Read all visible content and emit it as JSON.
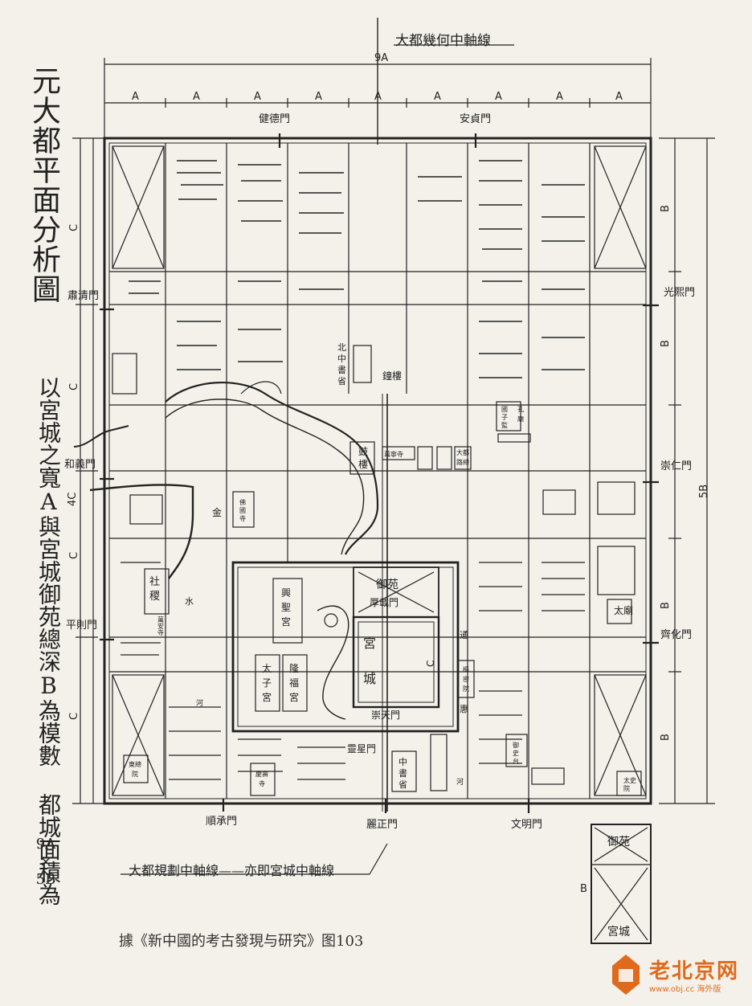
{
  "title": "元大都平面分析圖",
  "subtitle": "以宮城之寬A與宮城御苑總深B為模數 都城面積為",
  "subtitle_formula": [
    "9A",
    "×",
    "5B"
  ],
  "top_axis_label": "大都幾何中軸線",
  "bottom_axis_label": "大都規劃中軸線——亦即宮城中軸線",
  "source": "據《新中國的考古發現与研究》图103",
  "dimensions": {
    "total_width": "9A",
    "module_width": "A",
    "total_height": "5B",
    "module_height": "B",
    "left_height": "4C",
    "module_left": "C"
  },
  "gates": {
    "jiande": "健德門",
    "anzhen": "安貞門",
    "suqing": "肅清門",
    "guangxi": "光熙門",
    "heyi": "和義門",
    "chongren": "崇仁門",
    "pingze": "平則門",
    "qihua": "齊化門",
    "shuncheng": "順承門",
    "lizheng": "麗正門",
    "wenming": "文明門"
  },
  "buildings": {
    "north_secretariat": [
      "北",
      "中",
      "書",
      "省"
    ],
    "bell_tower": "鐘樓",
    "drum_tower": [
      "鼓",
      "樓"
    ],
    "wanning_temple": "萬寧寺",
    "dadu_office": [
      "大",
      "都",
      "路",
      "總"
    ],
    "imperial_college": [
      "國",
      "子",
      "監"
    ],
    "confucius_temple": [
      "孔",
      "廟"
    ],
    "jin_marker": "金",
    "temple_west": [
      "佛",
      "國",
      "寺"
    ],
    "sheji": [
      "社",
      "稷"
    ],
    "west_temple_small": [
      "萬",
      "安",
      "寺"
    ],
    "xingsheng_palace": [
      "興",
      "聖",
      "宮"
    ],
    "crown_prince_palace": [
      "太",
      "子",
      "宮"
    ],
    "longfu_palace": [
      "隆",
      "福",
      "宮"
    ],
    "imperial_garden": "御苑",
    "houzai_gate": "厚載門",
    "palace_city": [
      "宮",
      "城"
    ],
    "chongtian_gate": "崇天門",
    "lingxing_gate": "靈星門",
    "central_secretariat": [
      "中",
      "書",
      "省"
    ],
    "censorate": [
      "御",
      "史",
      "台"
    ],
    "taimiao": [
      "太",
      "廟"
    ],
    "taishi_yuan": [
      "太",
      "史",
      "院"
    ],
    "qingshou_temple": [
      "慶",
      "壽",
      "寺"
    ],
    "east_yard": [
      "東",
      "總",
      "院"
    ],
    "zhaoying_bureau": [
      "樞",
      "密",
      "院"
    ],
    "river_labels": [
      "水",
      "河",
      "河",
      "惠"
    ],
    "water_label": "通",
    "c_palace": "C"
  },
  "inset": {
    "top": "御苑",
    "bottom": "宮城",
    "label": "B"
  },
  "logo": {
    "name": "老北京网",
    "url": "www.obj.cc 海外版"
  },
  "colors": {
    "ink": "#222222",
    "paper": "#f4f1ea",
    "logo": "#e06a1c"
  }
}
